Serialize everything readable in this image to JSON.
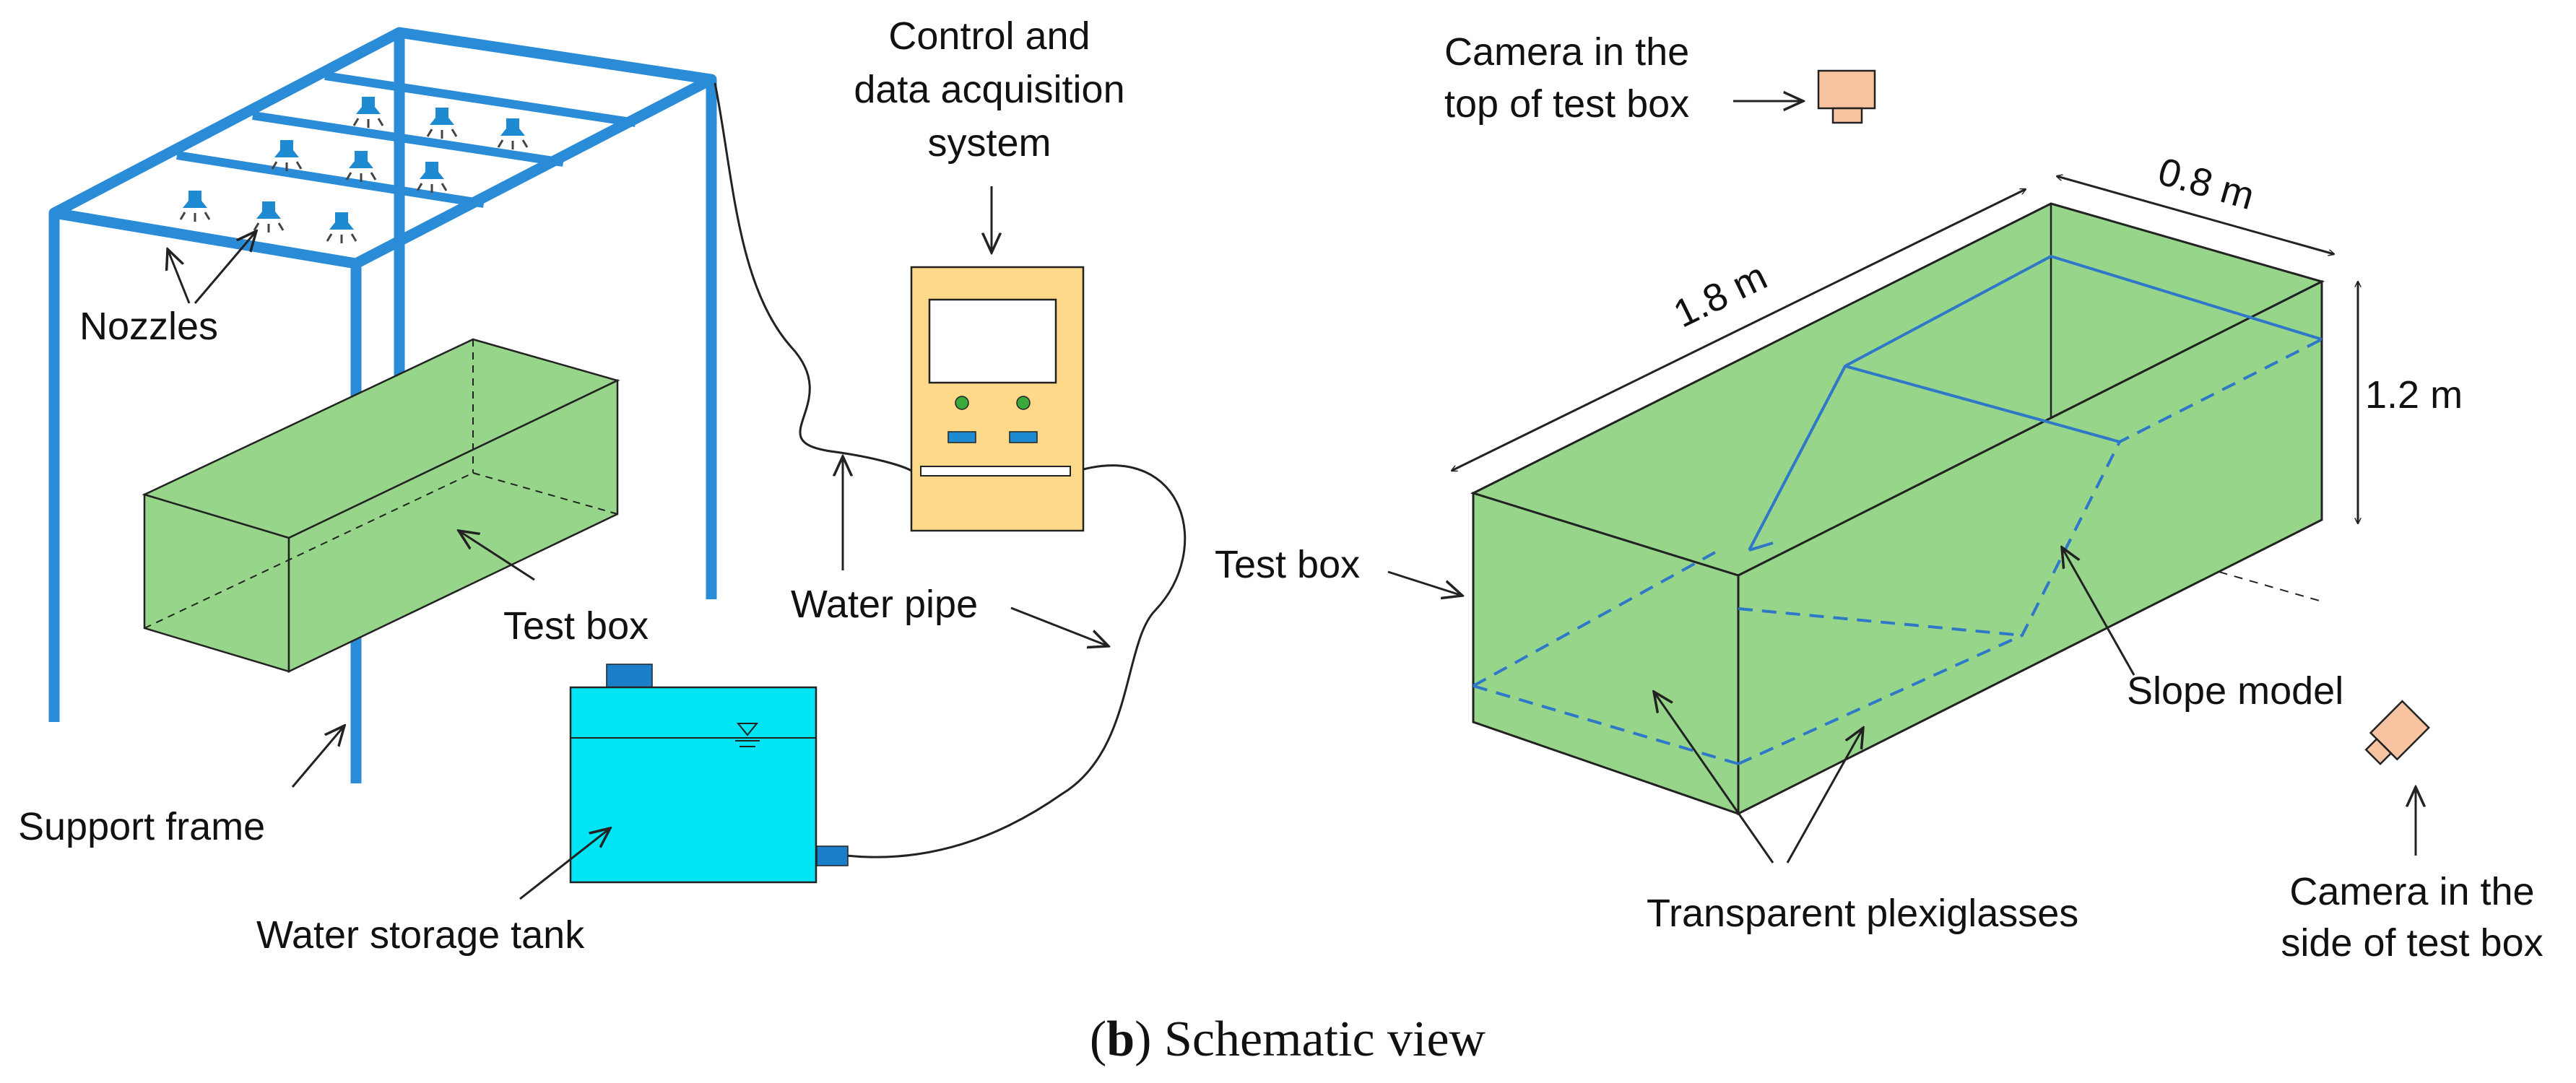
{
  "colors": {
    "frame": "#2a8bd6",
    "nozzle": "#1e8ad2",
    "box_fill": "#97d68a",
    "tank_fill": "#00e5f5",
    "tank_fitting": "#1a7fc8",
    "control_panel": "#ffd98a",
    "screen": "#ffffff",
    "indicator_light": "#3aa83a",
    "switch": "#1e8ad2",
    "slope_line": "#2f78c8",
    "camera": "#f7c3a0",
    "outline": "#222222"
  },
  "labels": {
    "nozzles": "Nozzles",
    "test_box_left": "Test box",
    "support_frame": "Support frame",
    "control_line1": "Control and",
    "control_line2": "data acquisition",
    "control_line3": "system",
    "water_pipe": "Water pipe",
    "water_storage_tank": "Water storage tank",
    "camera_top_line1": "Camera in the",
    "camera_top_line2": "top of test box",
    "dim_length": "1.8 m",
    "dim_width": "0.8 m",
    "dim_height": "1.2 m",
    "test_box_right": "Test box",
    "slope_model": "Slope model",
    "transparent_plexiglasses": "Transparent plexiglasses",
    "camera_side_line1": "Camera in the",
    "camera_side_line2": "side of test box"
  },
  "caption": {
    "open": "(",
    "letter": "b",
    "close": ")",
    "text": " Schematic view"
  },
  "icons": {
    "nozzle": "nozzle-icon",
    "camera": "camera-icon",
    "water_level": "water-level-icon"
  }
}
